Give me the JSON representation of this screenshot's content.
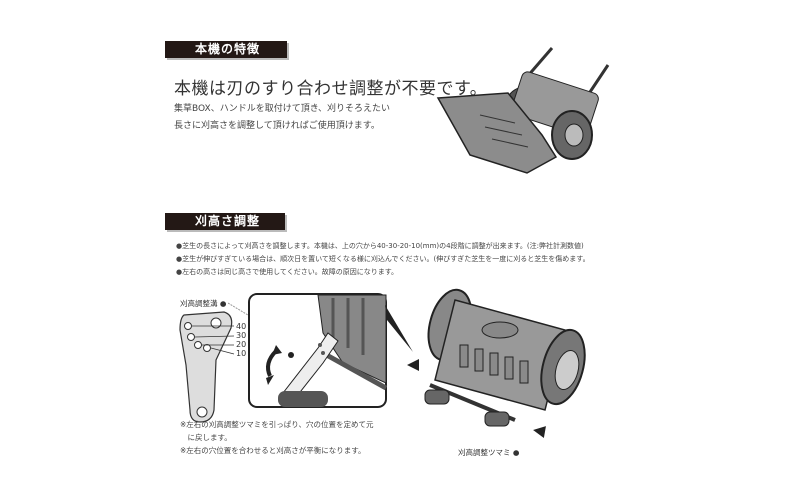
{
  "section1": {
    "title": "本機の特徴",
    "headline": "本機は刃のすり合わせ調整が不要です。",
    "body_lines": [
      "集草BOX、ハンドルを取付けて頂き、刈りそろえたい",
      "長さに刈高さを調整して頂ければご使用頂けます。"
    ]
  },
  "section2": {
    "title": "刈高さ調整",
    "bullets": [
      "芝生の長さによって刈高さを調整します。本機は、上の穴から40-30-20-10(mm)の4段階に調整が出来ます。(注:弊社計測数値)",
      "芝生が伸びすぎている場合は、順次日を置いて短くなる様に刈込んでください。(伸びすぎた芝生を一度に刈ると芝生を傷めます。",
      "左右の高さは同じ高さで使用してください。故障の原因になります。"
    ],
    "bracket_label": "刈高調整溝",
    "height_ticks": [
      "40",
      "30",
      "20",
      "10"
    ],
    "notes": [
      "※左右の刈高調整ツマミを引っぱり、穴の位置を定めて元",
      "　に戻します。",
      "※左右の穴位置を合わせると刈高さが平衡になります。"
    ],
    "knob_label": "刈高調整ツマミ"
  },
  "colors": {
    "header_bar": "#231815",
    "illustration_gray": "#8c8c8c",
    "outline": "#2a2a2a"
  }
}
